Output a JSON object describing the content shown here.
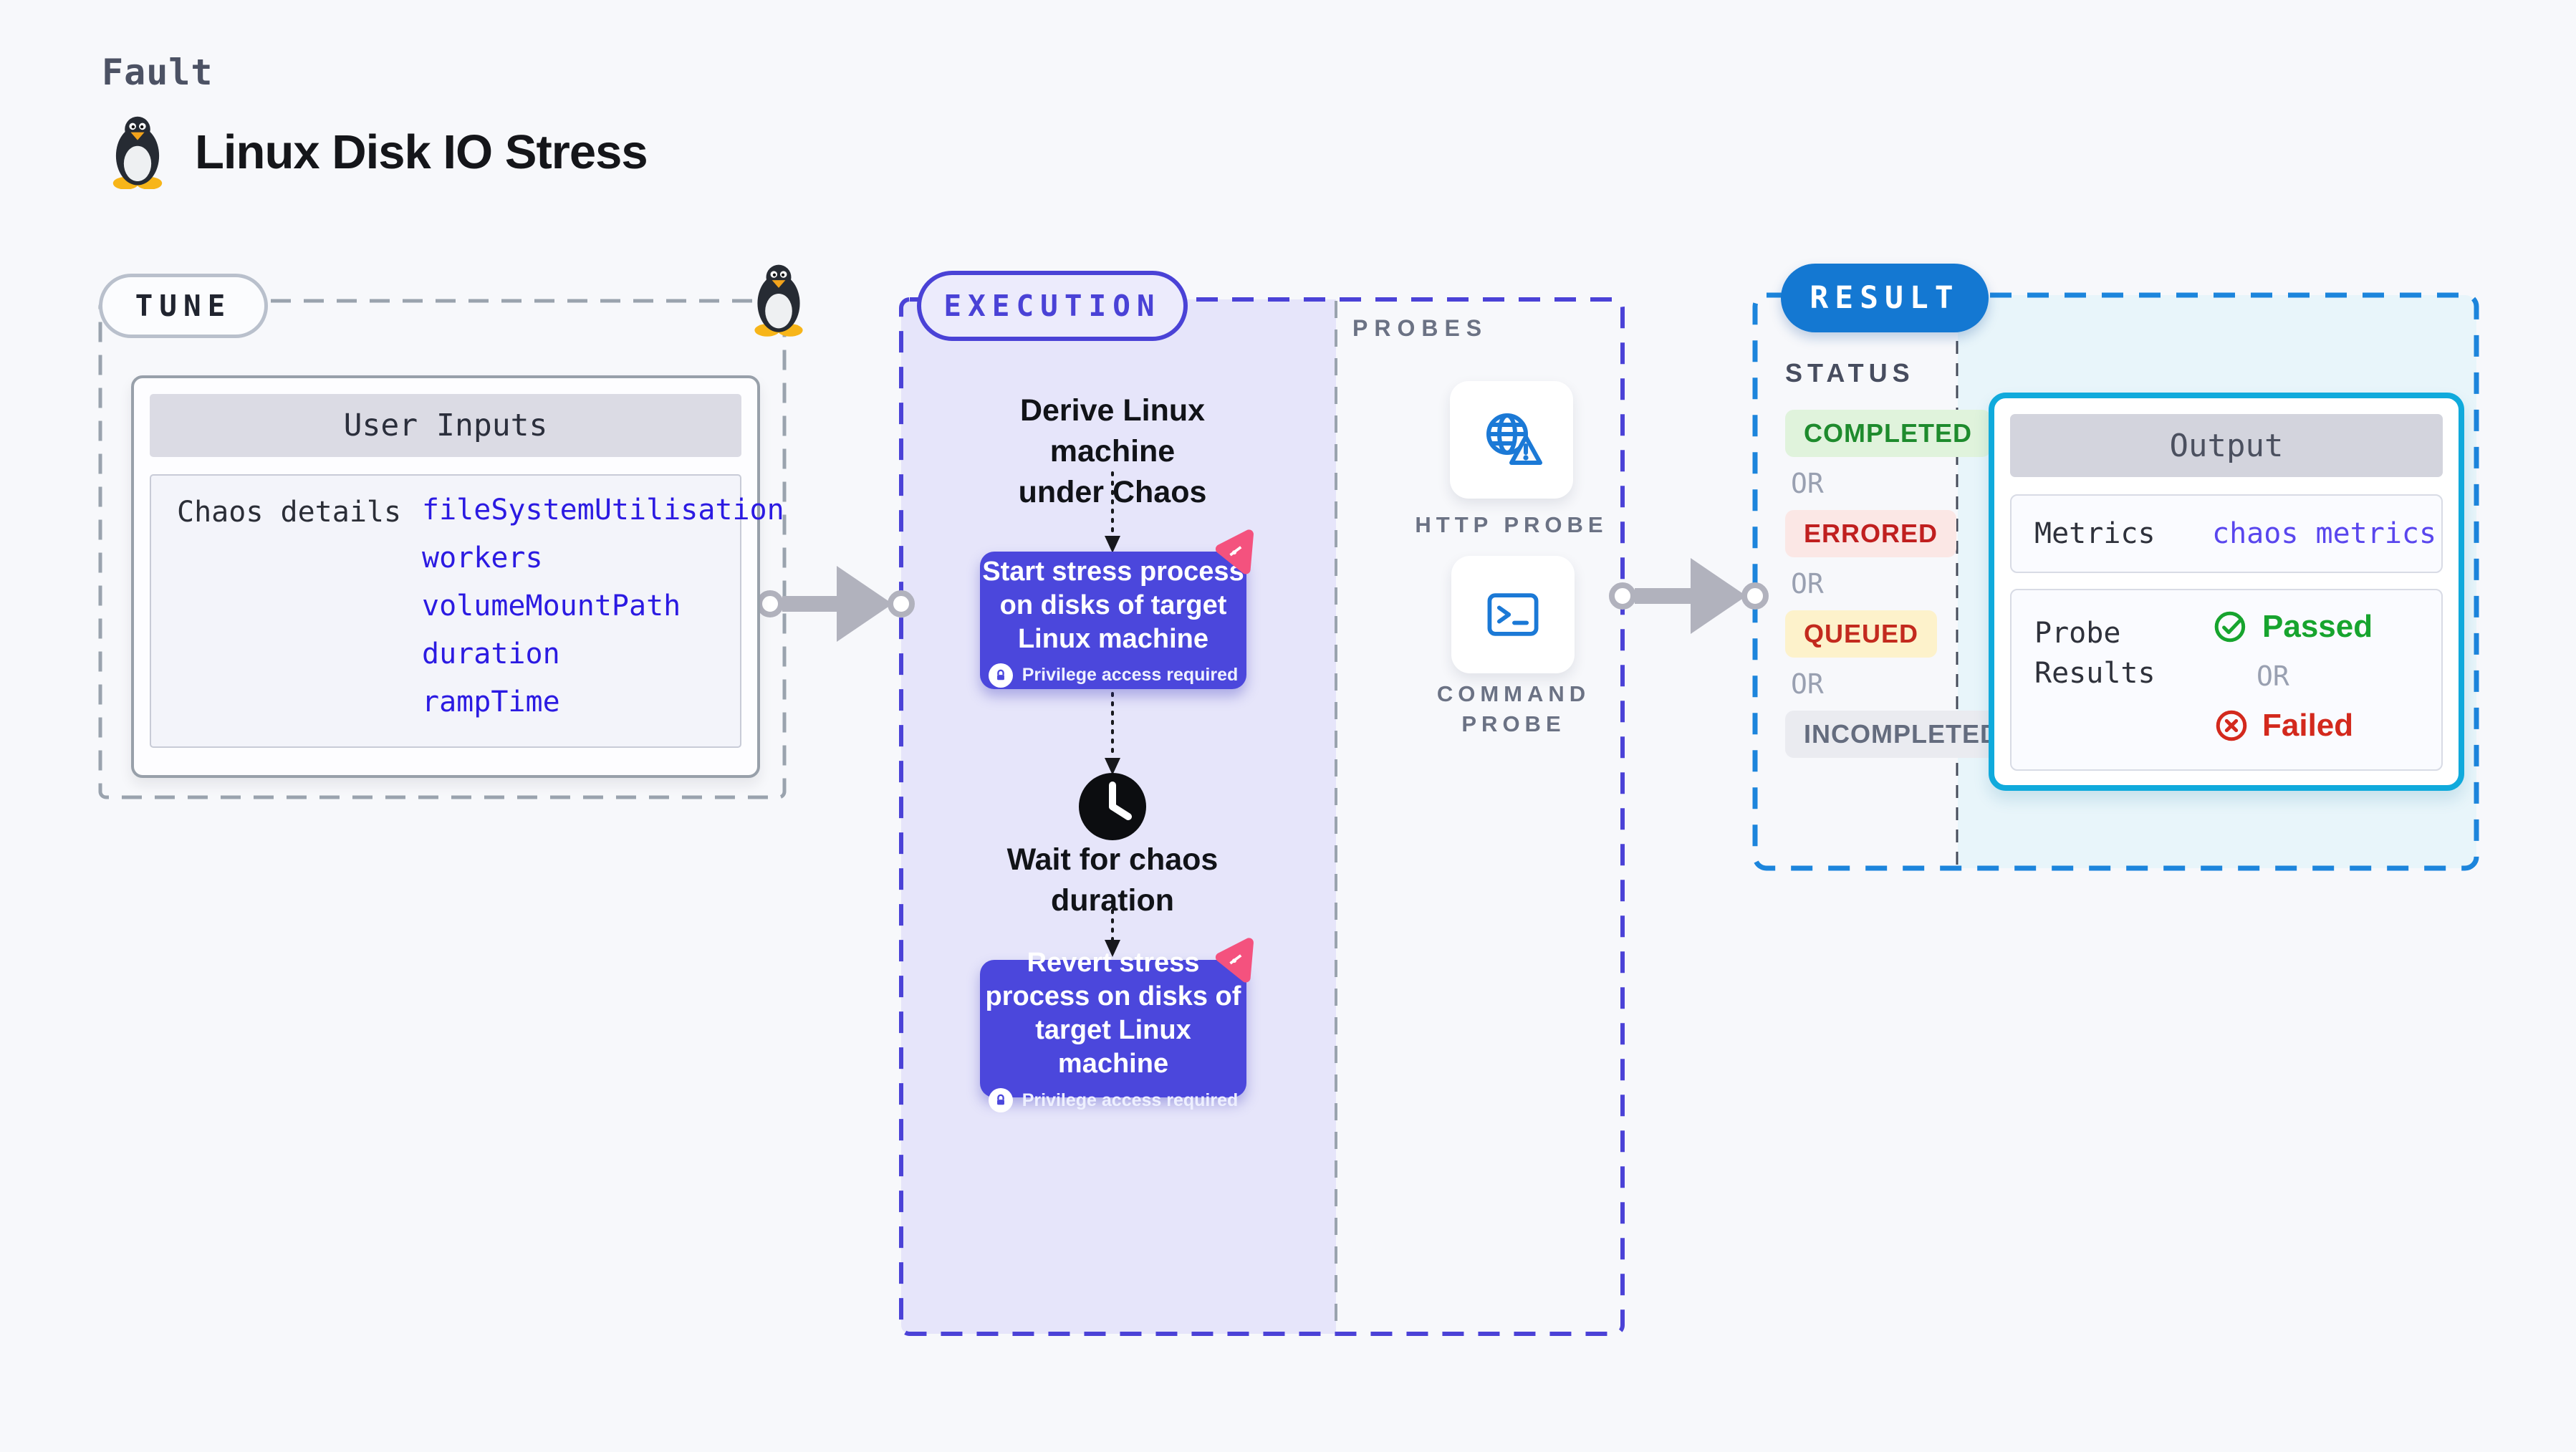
{
  "page": {
    "kicker": "Fault",
    "title": "Linux Disk IO Stress"
  },
  "tune": {
    "label": "TUNE",
    "card": {
      "header": "User Inputs",
      "row_label": "Chaos details",
      "inputs": [
        "fileSystemUtilisation",
        "workers",
        "volumeMountPath",
        "duration",
        "rampTime"
      ]
    }
  },
  "execution": {
    "label": "EXECUTION",
    "derive_lines": [
      "Derive Linux machine",
      "under Chaos"
    ],
    "start_node": {
      "lines": [
        "Start stress process",
        "on disks of target",
        "Linux machine"
      ],
      "badge": "Privilege access required"
    },
    "wait_lines": [
      "Wait for chaos",
      "duration"
    ],
    "revert_node": {
      "lines": [
        "Revert stress",
        "process on disks of",
        "target Linux machine"
      ],
      "badge": "Privilege access required"
    }
  },
  "probes": {
    "label": "PROBES",
    "items": [
      {
        "name": "HTTP PROBE",
        "icon": "http-probe-icon"
      },
      {
        "name": "COMMAND PROBE",
        "icon": "command-probe-icon"
      }
    ]
  },
  "result": {
    "label": "RESULT",
    "status_label": "STATUS",
    "or_label": "OR",
    "statuses": [
      {
        "label": "COMPLETED",
        "type": "completed"
      },
      {
        "label": "ERRORED",
        "type": "errored"
      },
      {
        "label": "QUEUED",
        "type": "queued"
      },
      {
        "label": "INCOMPLETED",
        "type": "incompleted"
      }
    ],
    "output": {
      "header": "Output",
      "metrics_label": "Metrics",
      "metrics_value": "chaos metrics",
      "probe_results_label": "Probe Results",
      "passed": "Passed",
      "or": "OR",
      "failed": "Failed"
    }
  },
  "colors": {
    "page_bg": "#f7f8fb",
    "execution_indigo": "#4b47dc",
    "execution_border": "#4a42d6",
    "execution_fill": "#e6e5fa",
    "tune_border_gray": "#9aa3ae",
    "result_blue": "#1478d2",
    "result_dash_blue": "#1c85dc",
    "result_fill": "#e8f5fa",
    "output_border_cyan": "#10aadc",
    "input_link_blue": "#2b1ae2",
    "metrics_link_violet": "#5946ee",
    "passed_green": "#17a42e",
    "failed_red": "#d3291d",
    "completed_green": "#1e8b2d",
    "errored_red": "#c01f1f",
    "queued_red_on_yellow": "#c32a1e",
    "spark_pink": "#f4527e",
    "arrow_gray": "#b1b2bd"
  }
}
